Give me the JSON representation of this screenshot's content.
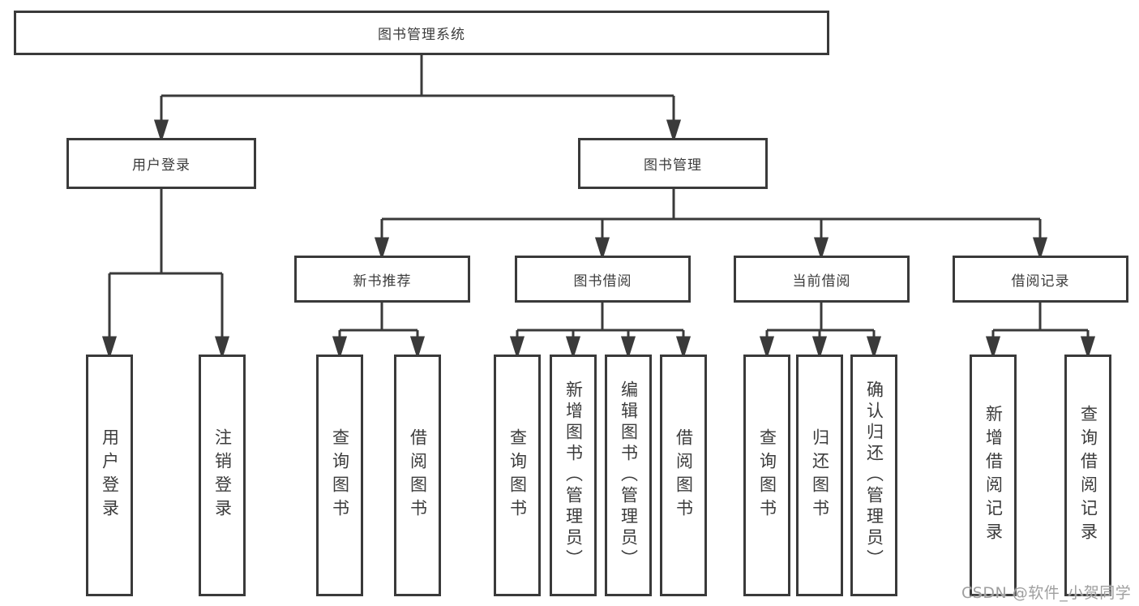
{
  "diagram": {
    "title": "图书管理系统",
    "branches": [
      {
        "label": "用户登录",
        "leaves": [
          "用户登录",
          "注销登录"
        ]
      },
      {
        "label": "图书管理",
        "children": [
          {
            "label": "新书推荐",
            "leaves": [
              "查询图书",
              "借阅图书"
            ]
          },
          {
            "label": "图书借阅",
            "leaves": [
              "查询图书",
              "新增图书（管理员）",
              "编辑图书（管理员）",
              "借阅图书"
            ]
          },
          {
            "label": "当前借阅",
            "leaves": [
              "查询图书",
              "归还图书",
              "确认归还（管理员）"
            ]
          },
          {
            "label": "借阅记录",
            "leaves": [
              "新增借阅记录",
              "查询借阅记录"
            ]
          }
        ]
      }
    ]
  },
  "colors": {
    "line": "#3a3a3a",
    "box_border": "#3a3a3a",
    "text": "#3c3c3c",
    "background": "#ffffff",
    "watermark": "#9f9f9f"
  },
  "watermark": {
    "text": "CSDN @软件_小贺同学"
  }
}
